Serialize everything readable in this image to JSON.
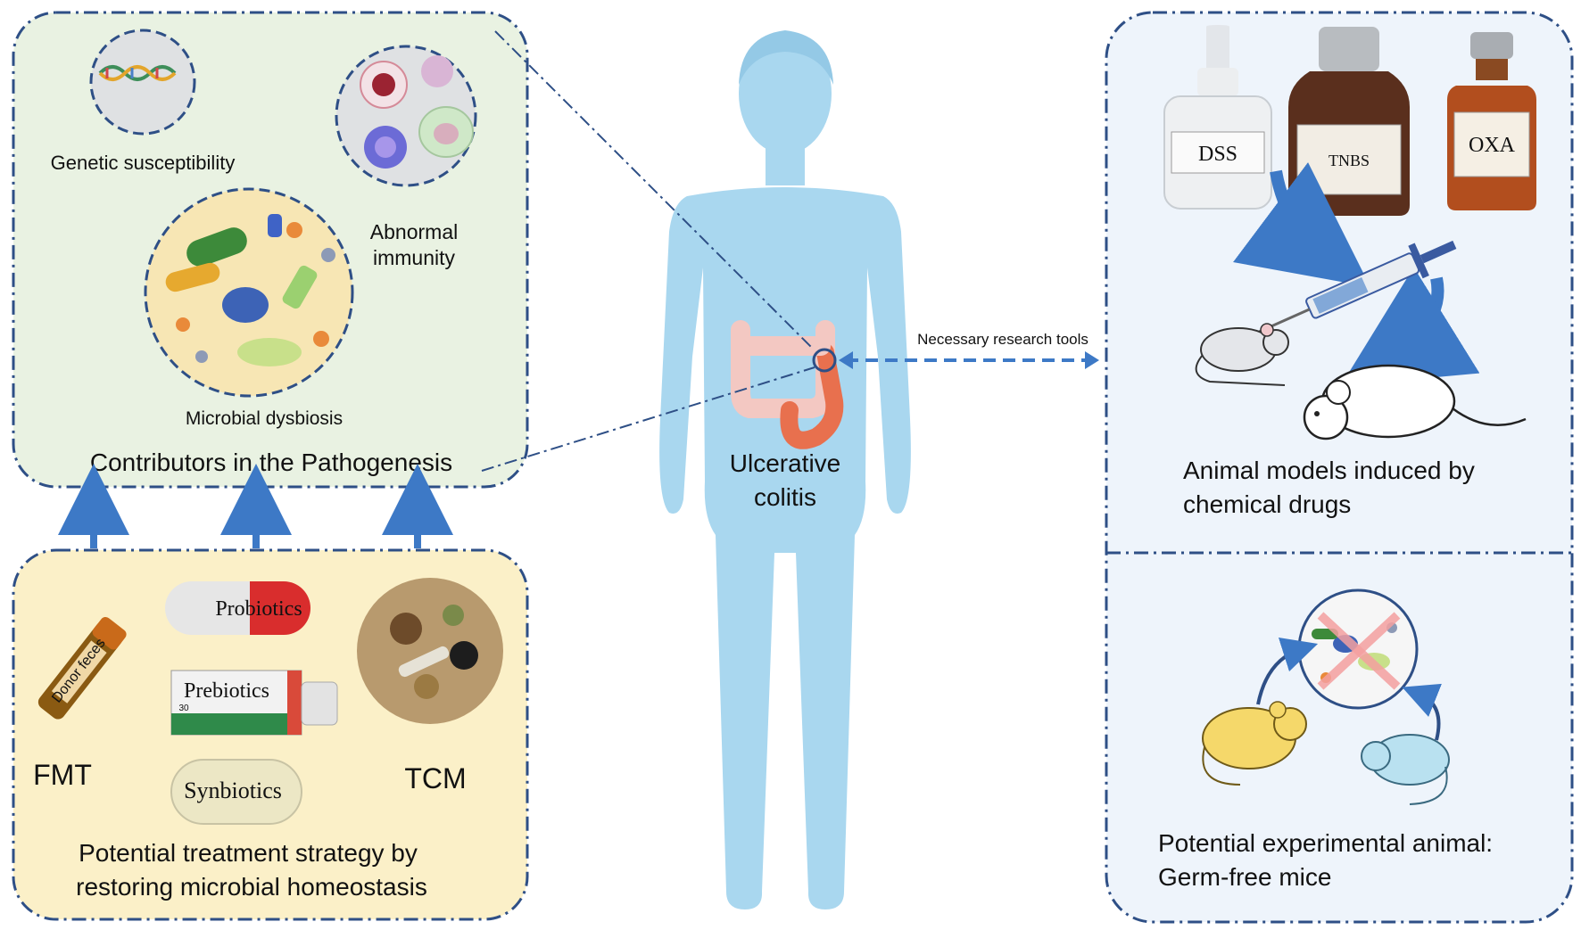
{
  "pathogenesis": {
    "genetic_label": "Genetic susceptibility",
    "immunity_label_line1": "Abnormal",
    "immunity_label_line2": "immunity",
    "microbial_label": "Microbial dysbiosis",
    "title": "Contributors in the Pathogenesis"
  },
  "treatment": {
    "fmt_label": "FMT",
    "donor_label": "Donor feces",
    "probiotics_label": "Probiotics",
    "prebiotics_label": "Prebiotics",
    "prebiotics_count": "30",
    "synbiotics_label": "Synbiotics",
    "tcm_label": "TCM",
    "title_line1": "Potential treatment strategy by",
    "title_line2": "restoring microbial homeostasis"
  },
  "center": {
    "disease_line1": "Ulcerative",
    "disease_line2": "colitis",
    "connector_label": "Necessary research tools"
  },
  "animal_models": {
    "drugs": [
      "DSS",
      "TNBS",
      "OXA"
    ],
    "title_line1": "Animal models induced by",
    "title_line2": "chemical drugs"
  },
  "germ_free": {
    "title_line1": "Potential experimental animal:",
    "title_line2": "Germ-free mice"
  },
  "colors": {
    "pathogenesis_bg": "#e9f2e2",
    "treatment_bg": "#fbf0c8",
    "right_bg": "#eef4fb",
    "border": "#2e4f86",
    "body": "#a9d7ef",
    "arrow": "#3d79c6"
  },
  "icons": [
    "dna-icon",
    "immune-cells-icon",
    "bacteria-icon",
    "capsule-icon",
    "pill-box-icon",
    "herbs-icon",
    "bottle-icon",
    "syringe-icon",
    "mouse-icon"
  ]
}
